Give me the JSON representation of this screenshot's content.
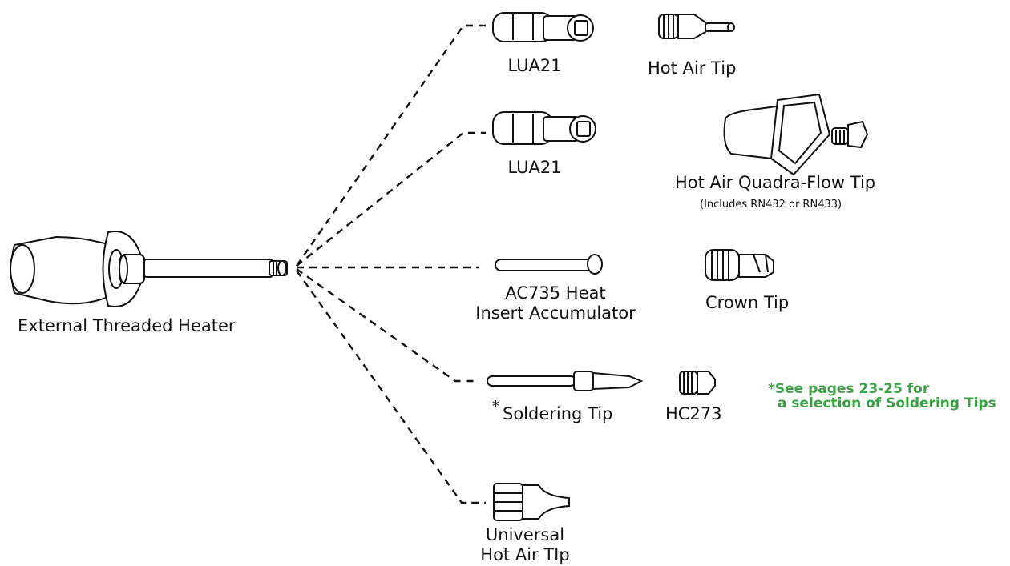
{
  "heater": {
    "label": "External Threaded Heater"
  },
  "parts": {
    "lua21_top": {
      "label": "LUA21"
    },
    "hot_air_tip": {
      "label": "Hot Air Tip"
    },
    "lua21_mid": {
      "label": "LUA21"
    },
    "quadra_flow": {
      "label": "Hot Air Quadra-Flow Tip",
      "sublabel": "(Includes RN432 or RN433)"
    },
    "accumulator": {
      "line1": "AC735 Heat",
      "line2": "Insert Accumulator"
    },
    "crown_tip": {
      "label": "Crown Tip"
    },
    "soldering_tip": {
      "asterisk": "*",
      "label": "Soldering Tip"
    },
    "hc273": {
      "label": "HC273"
    },
    "universal": {
      "line1": "Universal",
      "line2": "Hot Air TIp"
    }
  },
  "note": {
    "line1": "*See pages 23-25 for",
    "line2": "a selection of Soldering Tips",
    "color": "#3aa043"
  }
}
